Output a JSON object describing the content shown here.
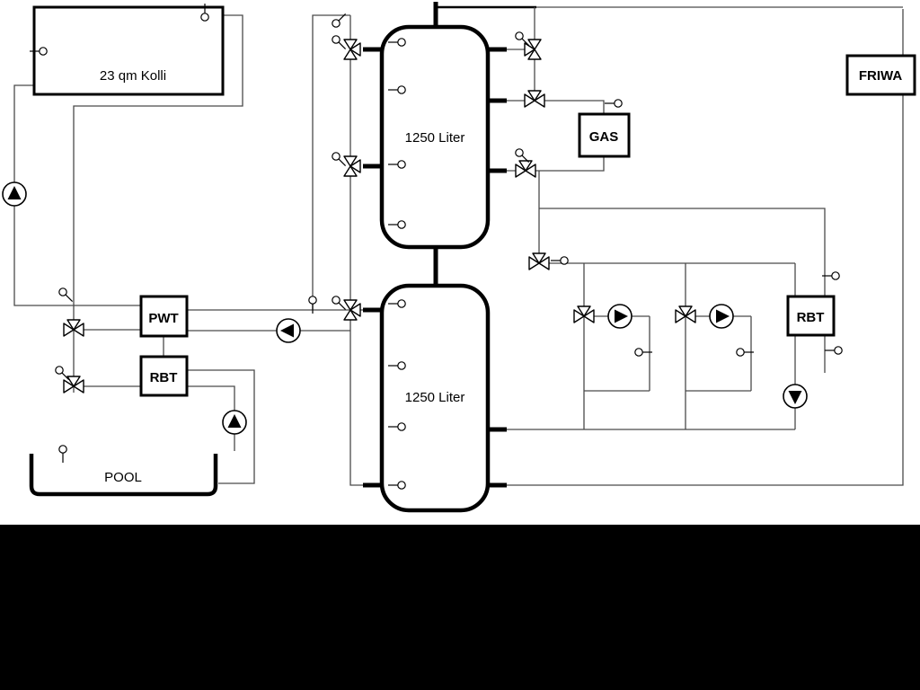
{
  "diagram": {
    "type": "hydraulic-heating-schematic",
    "background_color": "#ffffff",
    "pipe_color": "#4a4a4a",
    "outline_color": "#000000",
    "bottom_band_color": "#000000",
    "labels": {
      "collector": "23 qm Kolli",
      "tank1": "1250 Liter",
      "tank2": "1250 Liter",
      "gas": "GAS",
      "friwa": "FRIWA",
      "pwt": "PWT",
      "rbt_left": "RBT",
      "rbt_right": "RBT",
      "pool": "POOL"
    },
    "components": [
      {
        "name": "solar-collector",
        "label": "23 qm Kolli"
      },
      {
        "name": "buffer-tank-top",
        "label": "1250 Liter"
      },
      {
        "name": "buffer-tank-bottom",
        "label": "1250 Liter"
      },
      {
        "name": "gas-boiler",
        "label": "GAS"
      },
      {
        "name": "fresh-water-station",
        "label": "FRIWA"
      },
      {
        "name": "plate-heat-exchanger",
        "label": "PWT"
      },
      {
        "name": "pool-heat-exchanger",
        "label": "RBT"
      },
      {
        "name": "circuit-heat-exchanger",
        "label": "RBT"
      },
      {
        "name": "swimming-pool",
        "label": "POOL"
      }
    ],
    "symbol_counts": {
      "pumps": 6,
      "valves": 11,
      "sensors": 26
    }
  }
}
